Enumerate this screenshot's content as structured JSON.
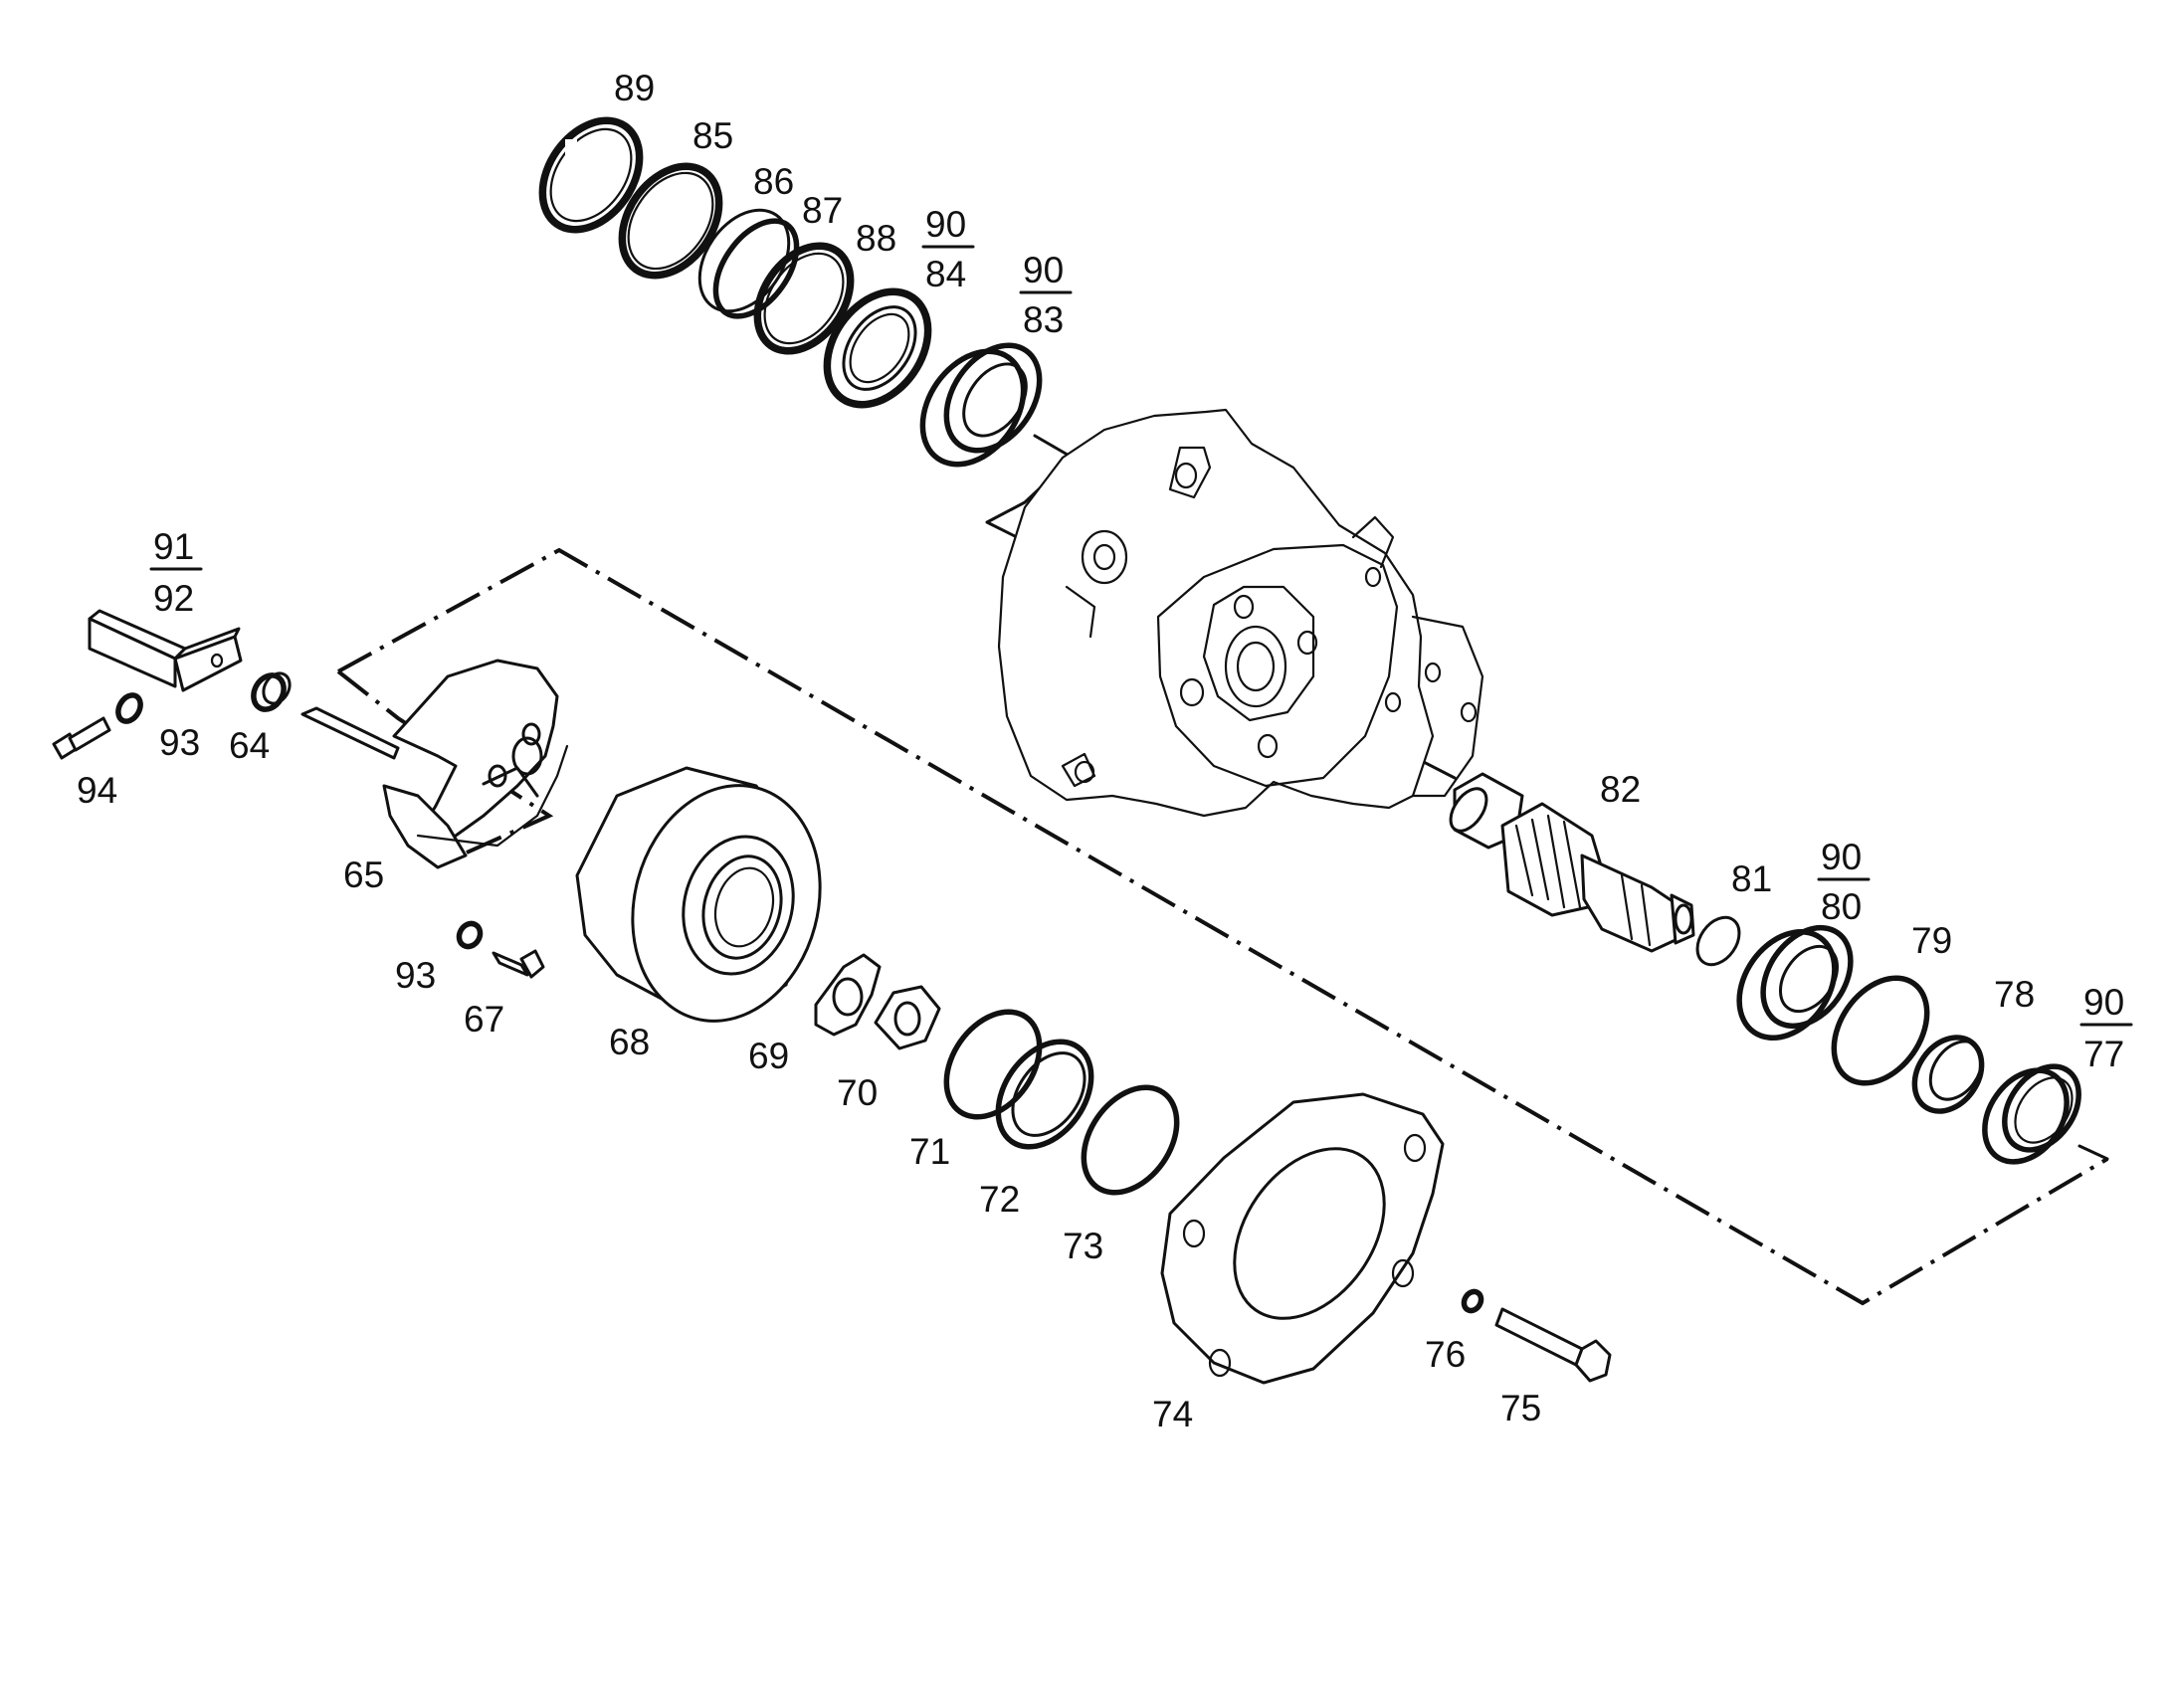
{
  "diagram": {
    "labels": {
      "l64": "64",
      "l65": "65",
      "l67": "67",
      "l68": "68",
      "l69": "69",
      "l70": "70",
      "l71": "71",
      "l72": "72",
      "l73": "73",
      "l74": "74",
      "l75": "75",
      "l76": "76",
      "l78": "78",
      "l79": "79",
      "l81": "81",
      "l82": "82",
      "l85": "85",
      "l86": "86",
      "l87": "87",
      "l88": "88",
      "l89": "89",
      "l93a": "93",
      "l93b": "93",
      "l94": "94"
    },
    "fractions": {
      "f9084": {
        "top": "90",
        "bottom": "84"
      },
      "f9083": {
        "top": "90",
        "bottom": "83"
      },
      "f9192": {
        "top": "91",
        "bottom": "92"
      },
      "f9080": {
        "top": "90",
        "bottom": "80"
      },
      "f9077": {
        "top": "90",
        "bottom": "77"
      }
    }
  }
}
